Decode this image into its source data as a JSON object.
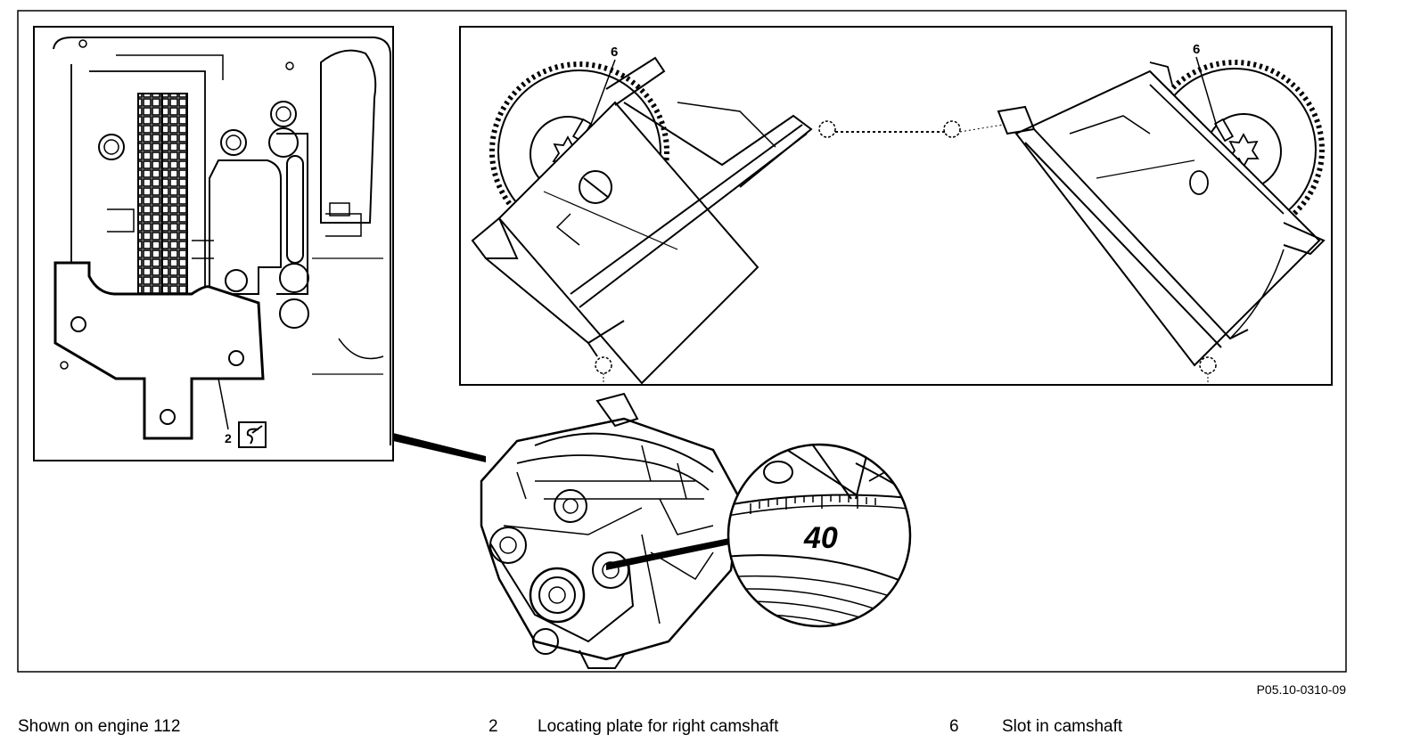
{
  "diagram": {
    "figure_code": "P05.10-0310-09",
    "callouts": {
      "left_plate": "2",
      "left_cam": "6",
      "right_cam": "6",
      "degree_mark": "40"
    },
    "legend": {
      "note": "Shown on engine 112",
      "items": [
        {
          "number": "2",
          "text": "Locating plate for right camshaft"
        },
        {
          "number": "6",
          "text": "Slot in camshaft"
        }
      ]
    }
  }
}
